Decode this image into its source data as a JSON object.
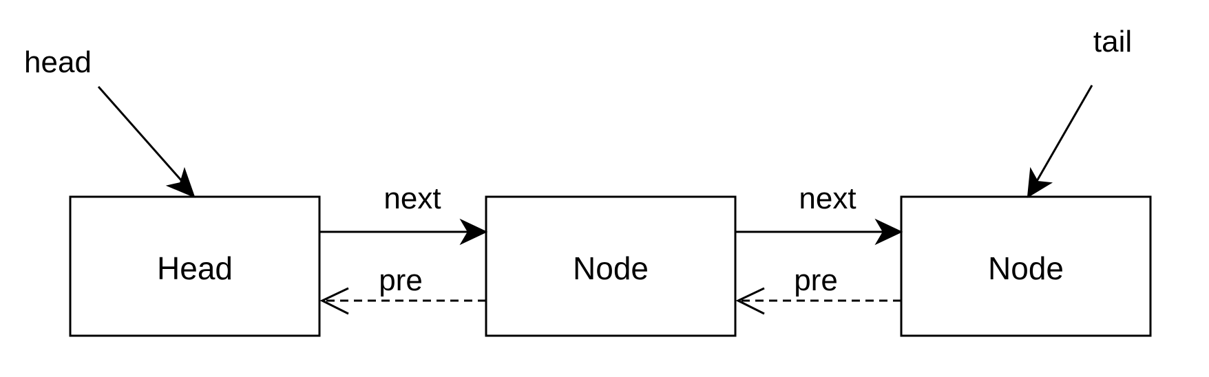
{
  "nodes": [
    {
      "label": "Head"
    },
    {
      "label": "Node"
    },
    {
      "label": "Node"
    }
  ],
  "pointers": {
    "head": "head",
    "tail": "tail"
  },
  "edges": {
    "next_1": "next",
    "next_2": "next",
    "pre_1": "pre",
    "pre_2": "pre"
  },
  "colors": {
    "stroke": "#000000",
    "fill": "#ffffff"
  }
}
